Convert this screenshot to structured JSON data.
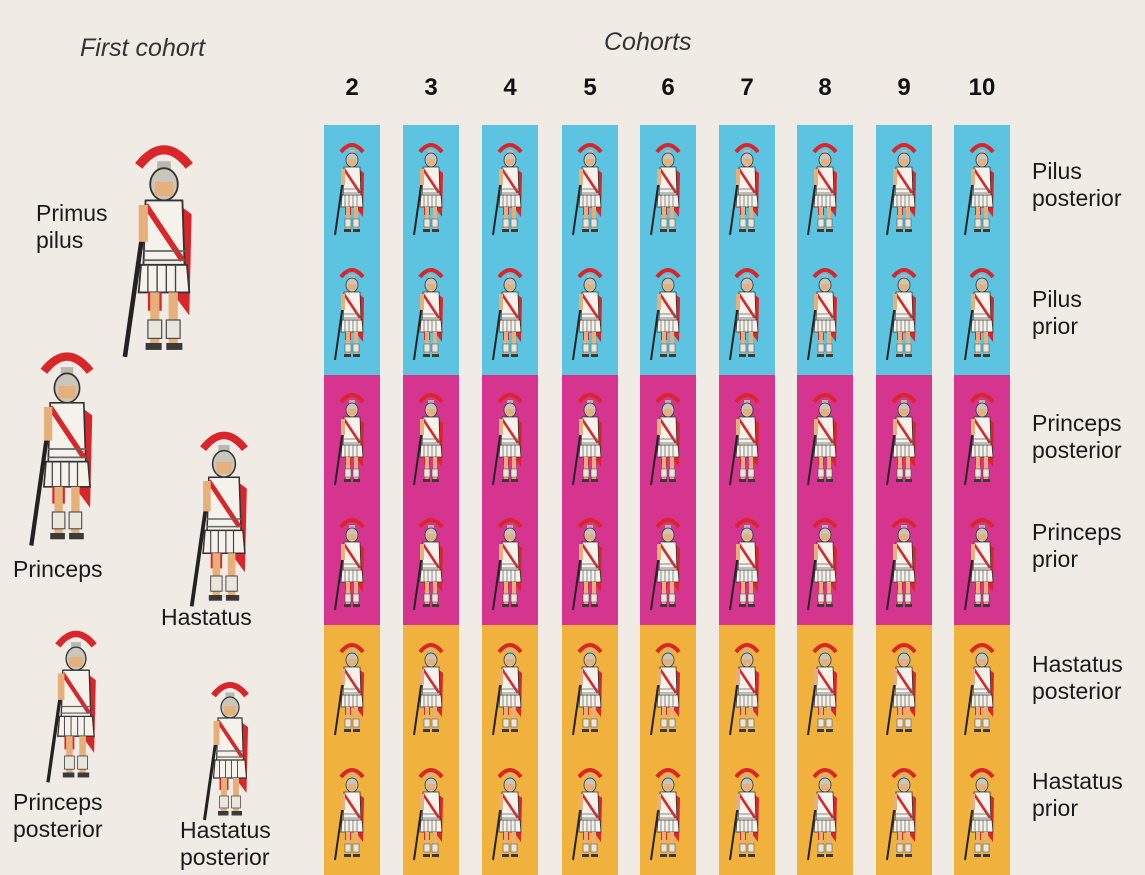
{
  "headings": {
    "first_cohort": "First cohort",
    "cohorts": "Cohorts"
  },
  "cohort_numbers": [
    "2",
    "3",
    "4",
    "5",
    "6",
    "7",
    "8",
    "9",
    "10"
  ],
  "ranks": [
    {
      "label_1": "Pilus",
      "label_2": "posterior",
      "color": "#5cc4e0"
    },
    {
      "label_1": "Pilus",
      "label_2": "prior",
      "color": "#5cc4e0"
    },
    {
      "label_1": "Princeps",
      "label_2": "posterior",
      "color": "#d6358f"
    },
    {
      "label_1": "Princeps",
      "label_2": "prior",
      "color": "#d6358f"
    },
    {
      "label_1": "Hastatus",
      "label_2": "posterior",
      "color": "#f0b23c"
    },
    {
      "label_1": "Hastatus",
      "label_2": "prior",
      "color": "#f0b23c"
    }
  ],
  "first_cohort": [
    {
      "label_1": "Primus",
      "label_2": "pilus"
    },
    {
      "label_1": "Princeps",
      "label_2": ""
    },
    {
      "label_1": "Hastatus",
      "label_2": ""
    },
    {
      "label_1": "Princeps",
      "label_2": "posterior"
    },
    {
      "label_1": "Hastatus",
      "label_2": "posterior"
    }
  ],
  "colors": {
    "background": "#f1ebe5",
    "tunic": "#f4f2ea",
    "cloak": "#d9262a",
    "crest": "#d9262a",
    "skin": "#e6b07a"
  }
}
